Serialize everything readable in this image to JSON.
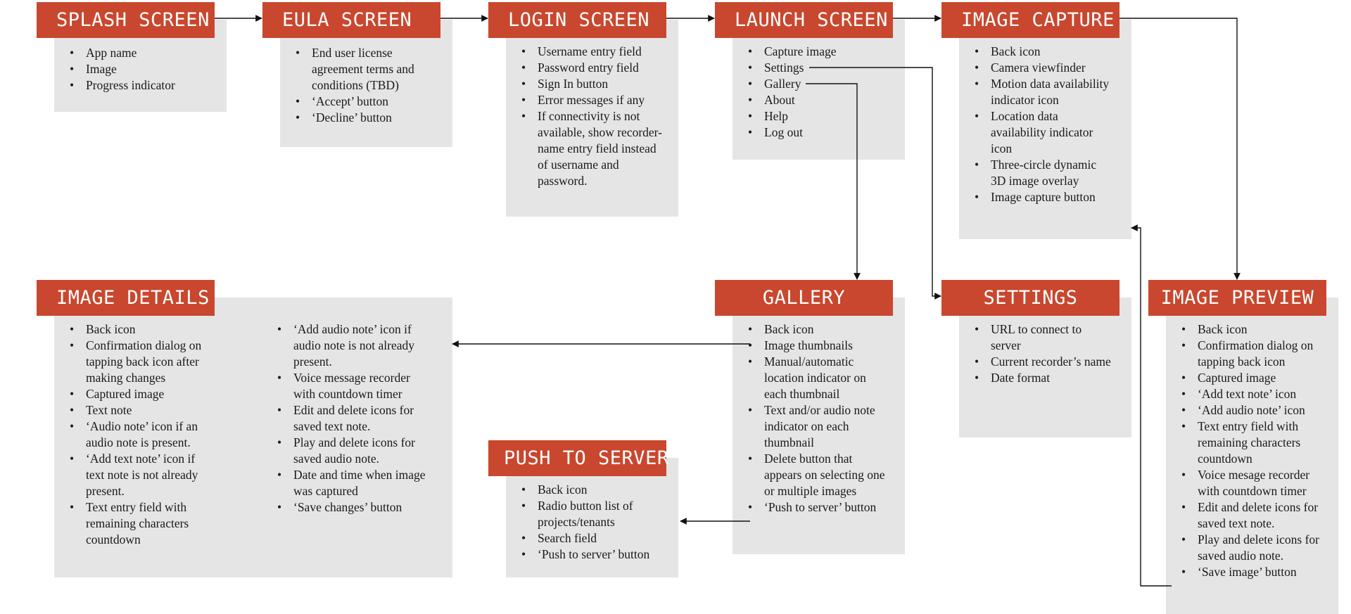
{
  "splash": {
    "title": "SPLASH SCREEN",
    "items": [
      "App name",
      "Image",
      "Progress indicator"
    ]
  },
  "eula": {
    "title": "EULA SCREEN",
    "items": [
      "End user license agreement terms and conditions (TBD)",
      "‘Accept’ button",
      "‘Decline’ button"
    ]
  },
  "login": {
    "title": "LOGIN SCREEN",
    "items": [
      "Username entry field",
      "Password entry field",
      "Sign In button",
      "Error messages if any",
      "If connectivity is not available, show recorder-name entry field instead of username and password."
    ]
  },
  "launch": {
    "title": "LAUNCH SCREEN",
    "items": [
      "Capture image",
      "Settings",
      "Gallery",
      "About",
      "Help",
      "Log out"
    ]
  },
  "capture": {
    "title": "IMAGE CAPTURE",
    "items": [
      "Back icon",
      "Camera viewfinder",
      "Motion data availability indicator icon",
      "Location data availability indicator icon",
      "Three-circle dynamic 3D image overlay",
      "Image capture button"
    ]
  },
  "details": {
    "title": "IMAGE DETAILS",
    "items_left": [
      "Back icon",
      "Confirmation dialog on tapping back icon after making changes",
      "Captured image",
      "Text note",
      "‘Audio note’ icon if an audio note is present.",
      "‘Add text note’ icon if text note is not already present.",
      "Text entry field with remaining characters countdown"
    ],
    "items_right": [
      "‘Add audio note’ icon if audio note is not already present.",
      "Voice message recorder with countdown timer",
      "Edit and delete icons for saved text note.",
      "Play and delete icons for saved audio note.",
      "Date and time when image was captured",
      "‘Save changes’ button"
    ]
  },
  "gallery": {
    "title": "GALLERY",
    "items": [
      "Back icon",
      "Image thumbnails",
      "Manual/automatic location indicator on each thumbnail",
      "Text and/or audio note indicator on each thumbnail",
      "Delete button that appears on selecting one or multiple images",
      "‘Push to server’ button"
    ]
  },
  "settings": {
    "title": "SETTINGS",
    "items": [
      "URL to connect to server",
      "Current recorder’s name",
      "Date format"
    ]
  },
  "preview": {
    "title": "IMAGE PREVIEW",
    "items": [
      "Back icon",
      "Confirmation dialog on tapping back icon",
      "Captured image",
      "‘Add text note’ icon",
      "‘Add audio note’ icon",
      "Text entry field with remaining characters countdown",
      "Voice mesage recorder with countdown timer",
      "Edit and delete icons for saved text note.",
      "Play and delete icons for saved audio note.",
      "‘Save image’ button"
    ]
  },
  "push": {
    "title": "PUSH TO SERVER",
    "items": [
      "Back icon",
      "Radio button list of projects/tenants",
      "Search field",
      "‘Push to server’ button"
    ]
  }
}
